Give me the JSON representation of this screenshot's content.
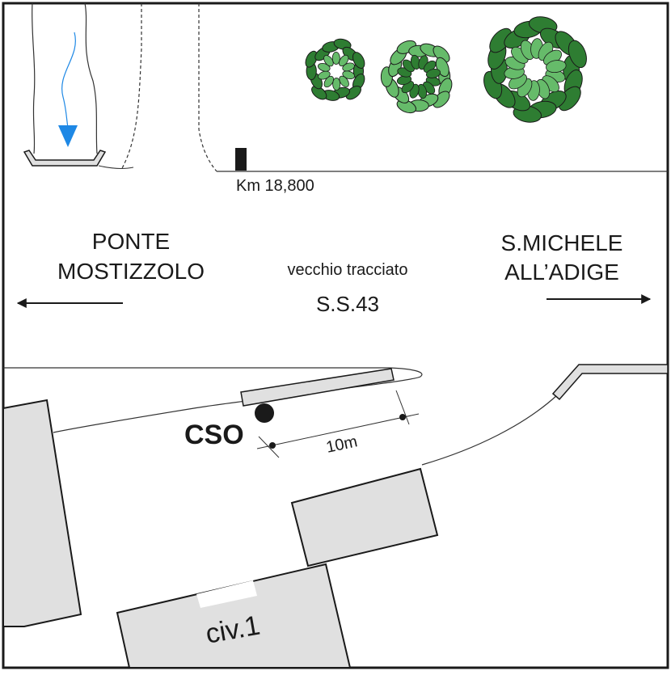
{
  "map": {
    "km_marker": "Km 18,800",
    "left_destination": {
      "line1": "PONTE",
      "line2": "MOSTIZZOLO"
    },
    "right_destination": {
      "line1": "S.MICHELE",
      "line2": "ALL’ADIGE"
    },
    "road_note": "vecchio tracciato",
    "road_name": "S.S.43",
    "station_label": "CSO",
    "distance_label": "10m",
    "building_label": "civ.1"
  },
  "colors": {
    "building_fill": "#e0e0e0",
    "tree_dark": "#2e7d32",
    "tree_light": "#66bb6a",
    "flow_arrow": "#1e88e5",
    "ink": "#1a1a1a"
  },
  "icons": {
    "flow": "blue-flow-arrow-icon",
    "tree": "tree-canopy-icon",
    "station": "station-dot-icon",
    "marker": "km-post-icon"
  }
}
